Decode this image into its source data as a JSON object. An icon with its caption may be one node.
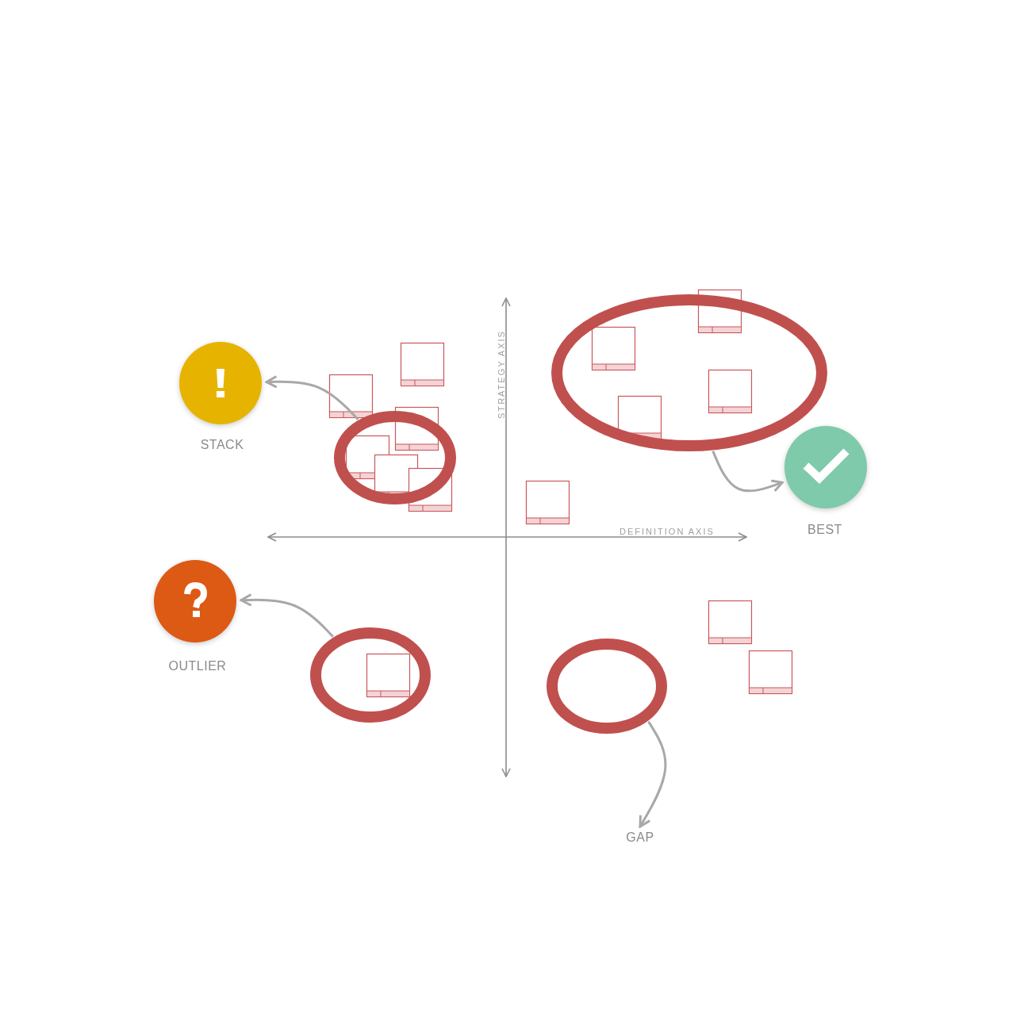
{
  "diagram": {
    "nodes": [
      {
        "text": [
          "STACK"
        ]
      },
      {
        "text": [
          "BEST"
        ]
      },
      {
        "text": [
          "OUTLIER"
        ]
      },
      {
        "text": [
          "GAP"
        ]
      },
      {
        "text": [],
        "shape": "circle"
      },
      {
        "text": [],
        "shape": "circle"
      },
      {
        "text": [],
        "shape": "circle"
      },
      {
        "text": [],
        "shape": "circle"
      }
    ],
    "edges": [
      {
        "from": 4,
        "to": 0,
        "arrow": "to"
      },
      {
        "from": 5,
        "to": 1,
        "arrow": "to"
      },
      {
        "from": 6,
        "to": 2,
        "arrow": "to"
      },
      {
        "from": 7,
        "to": 3,
        "arrow": "to"
      }
    ],
    "labels": [
      "STRATEGY AXIS",
      "DEFINITION AXIS"
    ]
  }
}
